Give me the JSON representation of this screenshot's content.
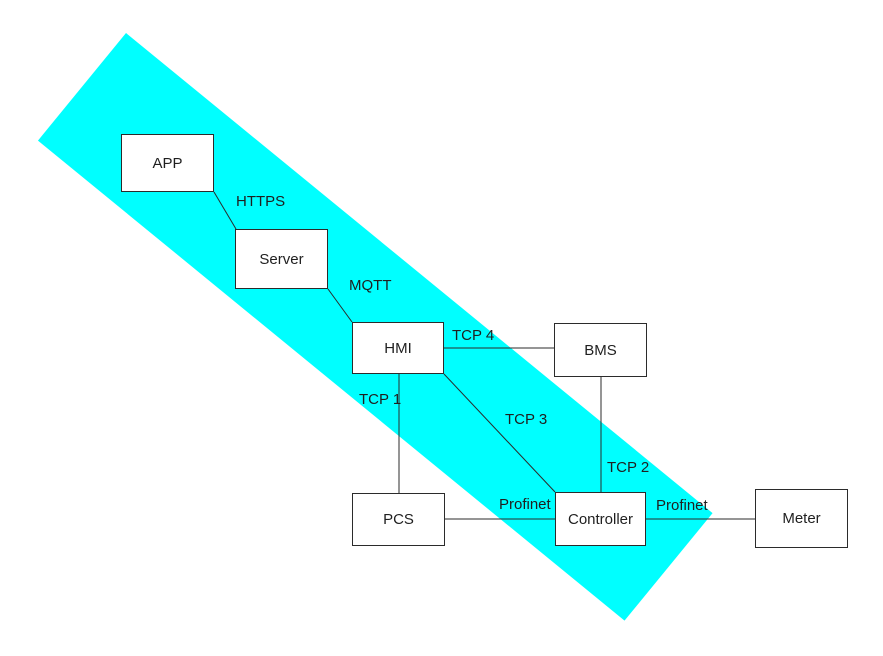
{
  "diagram": {
    "type": "network-architecture-diagram",
    "colors": {
      "band": "#00ffff",
      "node_fill": "#ffffff",
      "line": "#2b2b2b",
      "text": "#1f1f1f",
      "background": "#ffffff"
    },
    "nodes": [
      {
        "id": "app",
        "label": "APP"
      },
      {
        "id": "server",
        "label": "Server"
      },
      {
        "id": "hmi",
        "label": "HMI"
      },
      {
        "id": "bms",
        "label": "BMS"
      },
      {
        "id": "pcs",
        "label": "PCS"
      },
      {
        "id": "controller",
        "label": "Controller"
      },
      {
        "id": "meter",
        "label": "Meter"
      }
    ],
    "edge_labels": [
      {
        "text": "HTTPS"
      },
      {
        "text": "MQTT"
      },
      {
        "text": "TCP 4"
      },
      {
        "text": "TCP 1"
      },
      {
        "text": "TCP 3"
      },
      {
        "text": "TCP 2"
      },
      {
        "text": "Profinet"
      },
      {
        "text": "Profinet"
      }
    ],
    "connections": [
      {
        "from": "APP",
        "to": "Server",
        "protocol": "HTTPS"
      },
      {
        "from": "Server",
        "to": "HMI",
        "protocol": "MQTT"
      },
      {
        "from": "HMI",
        "to": "BMS",
        "protocol": "TCP 4"
      },
      {
        "from": "HMI",
        "to": "PCS",
        "protocol": "TCP 1"
      },
      {
        "from": "HMI",
        "to": "Controller",
        "protocol": "TCP 3"
      },
      {
        "from": "BMS",
        "to": "Controller",
        "protocol": "TCP 2"
      },
      {
        "from": "PCS",
        "to": "Controller",
        "protocol": "Profinet"
      },
      {
        "from": "Controller",
        "to": "Meter",
        "protocol": "Profinet"
      }
    ]
  }
}
